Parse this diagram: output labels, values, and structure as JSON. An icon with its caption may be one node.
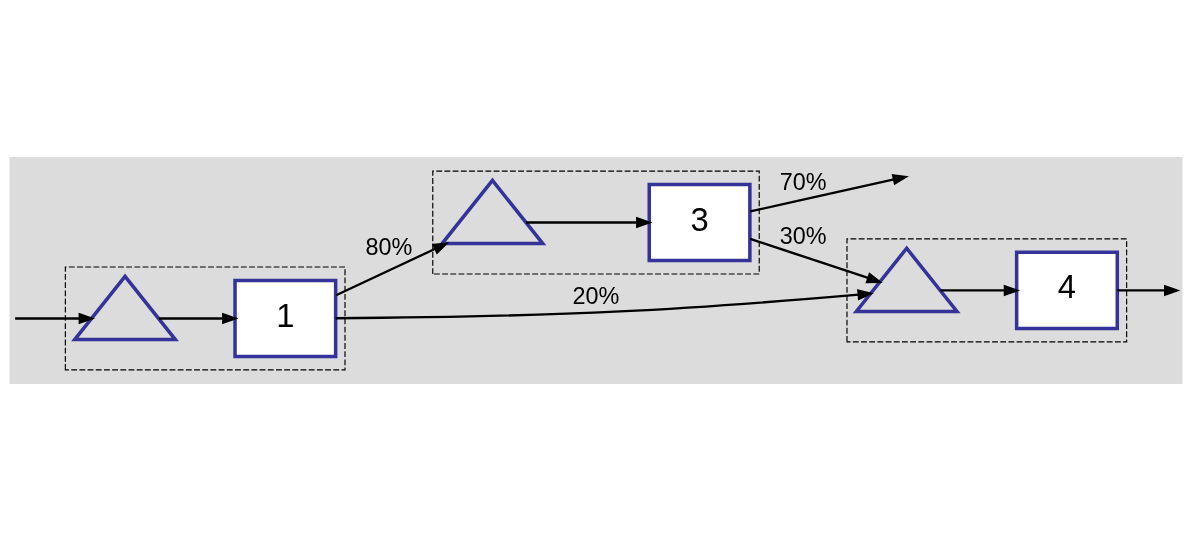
{
  "diagram": {
    "nodes": [
      {
        "text": [],
        "shape": "box"
      },
      {
        "text": [],
        "shape": "triangle",
        "in": 0
      },
      {
        "text": [
          "1"
        ],
        "in": 0
      },
      {
        "text": [],
        "shape": "box"
      },
      {
        "text": [],
        "shape": "triangle",
        "in": 3
      },
      {
        "text": [
          "3"
        ],
        "in": 3
      },
      {
        "text": [],
        "shape": "box"
      },
      {
        "text": [],
        "shape": "triangle",
        "in": 6
      },
      {
        "text": [
          "4"
        ],
        "in": 6
      }
    ],
    "edges": [
      {
        "from": null,
        "to": 1,
        "arrow": "to"
      },
      {
        "from": 1,
        "to": 2,
        "arrow": "to"
      },
      {
        "from": 2,
        "to": 4,
        "arrow": "to",
        "label": "80%"
      },
      {
        "from": 2,
        "to": 7,
        "arrow": "to",
        "label": "20%"
      },
      {
        "from": 4,
        "to": 5,
        "arrow": "to"
      },
      {
        "from": 5,
        "to": null,
        "arrow": "to",
        "label": "70%"
      },
      {
        "from": 5,
        "to": 7,
        "arrow": "to",
        "label": "30%"
      },
      {
        "from": 7,
        "to": 8,
        "arrow": "to"
      },
      {
        "from": 8,
        "to": null,
        "arrow": "to"
      }
    ]
  }
}
